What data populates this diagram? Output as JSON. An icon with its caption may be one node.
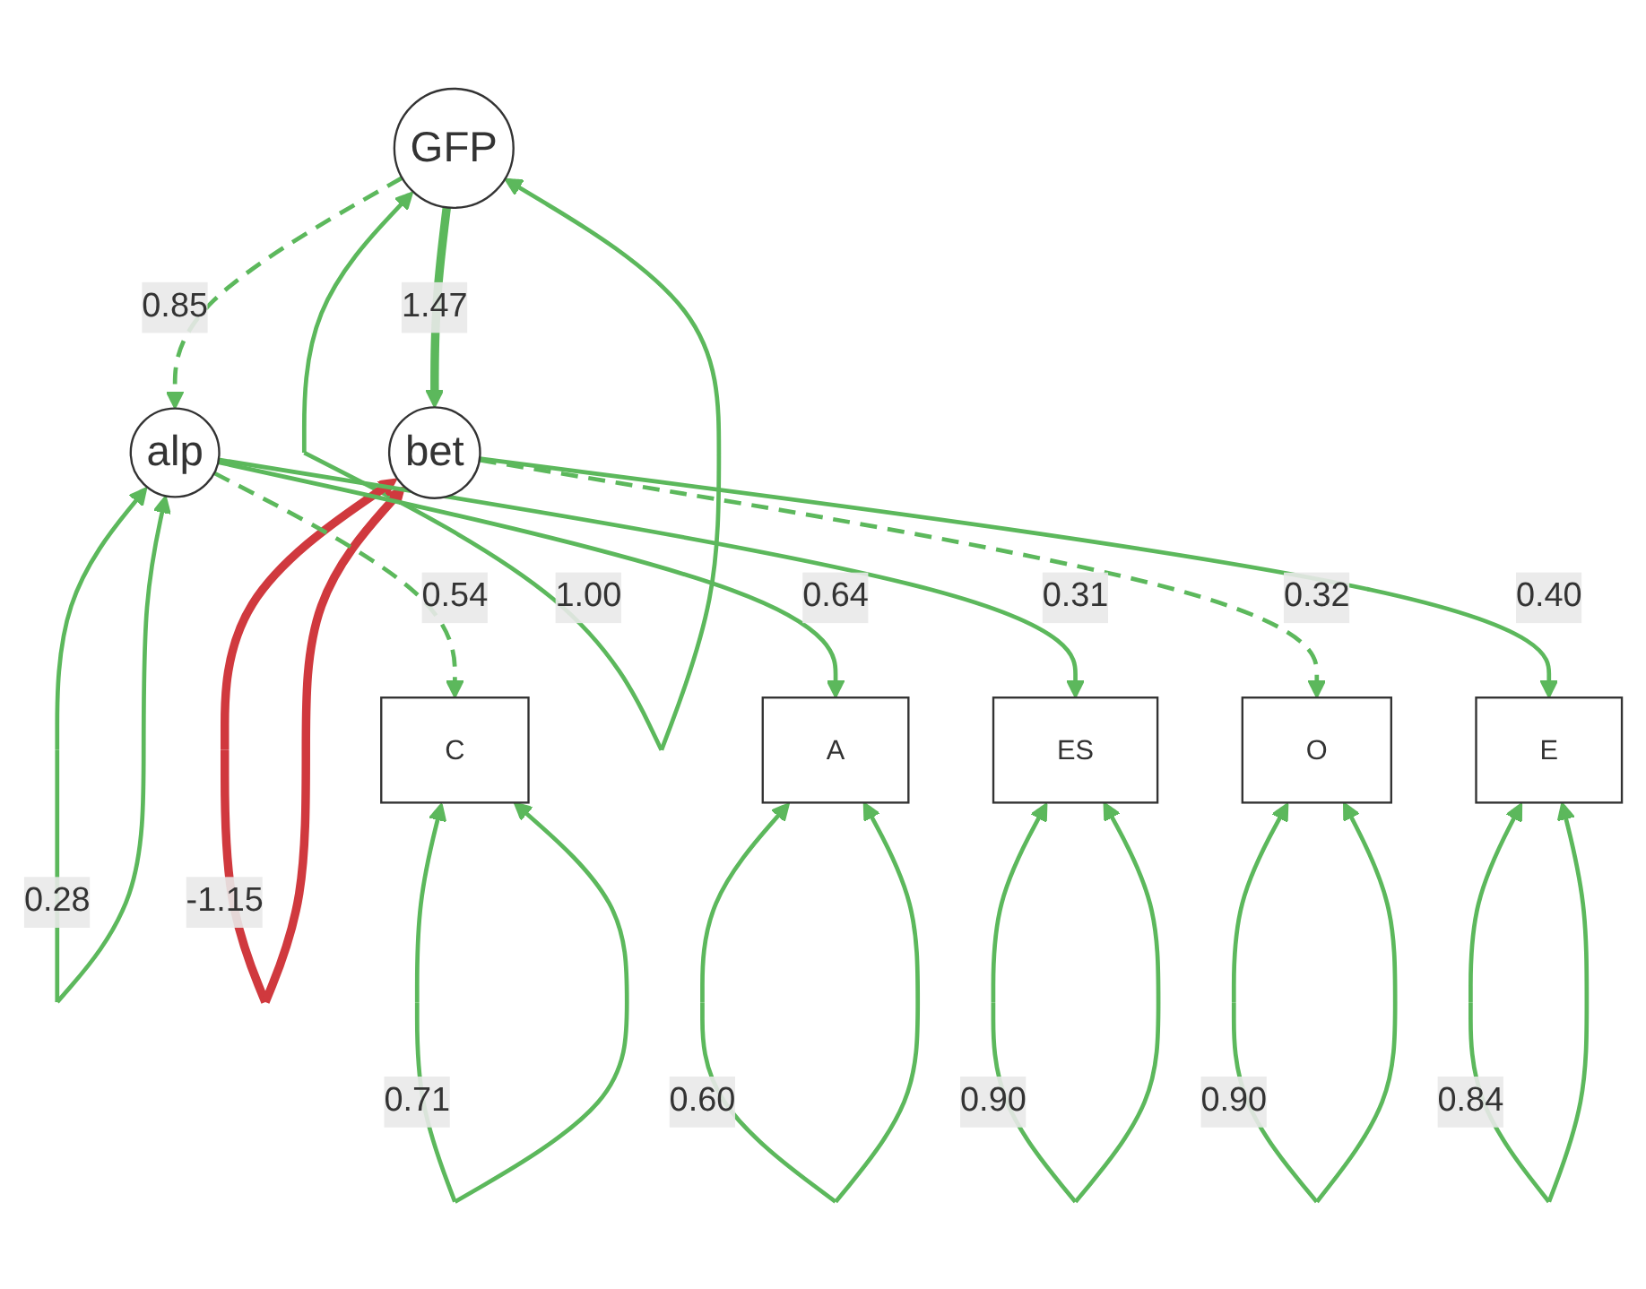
{
  "diagram": {
    "nodes": [
      {
        "text": [
          "GFP"
        ]
      },
      {
        "text": [
          "alp"
        ]
      },
      {
        "text": [
          "bet"
        ]
      },
      {
        "text": [
          "C"
        ]
      },
      {
        "text": [
          "A"
        ]
      },
      {
        "text": [
          "ES"
        ]
      },
      {
        "text": [
          "O"
        ]
      },
      {
        "text": [
          "E"
        ]
      }
    ],
    "edges": [
      {
        "from": 0,
        "to": 0,
        "arrow": "both",
        "label": "1.00"
      },
      {
        "from": 0,
        "to": 1,
        "arrow": "to",
        "label": "0.85",
        "style": "dashed"
      },
      {
        "from": 0,
        "to": 2,
        "arrow": "to",
        "label": "1.47",
        "style": "thick"
      },
      {
        "from": 1,
        "to": 1,
        "arrow": "both",
        "label": "0.28"
      },
      {
        "from": 2,
        "to": 2,
        "arrow": "both",
        "label": "-1.15",
        "style": "thick",
        "color": "#d0393e"
      },
      {
        "from": 1,
        "to": 3,
        "arrow": "to",
        "label": "0.54",
        "style": "dashed"
      },
      {
        "from": 1,
        "to": 4,
        "arrow": "to",
        "label": "0.64"
      },
      {
        "from": 1,
        "to": 5,
        "arrow": "to",
        "label": "0.31"
      },
      {
        "from": 2,
        "to": 6,
        "arrow": "to",
        "label": "0.32",
        "style": "dashed"
      },
      {
        "from": 2,
        "to": 7,
        "arrow": "to",
        "label": "0.40"
      },
      {
        "from": 3,
        "to": 3,
        "arrow": "both",
        "label": "0.71"
      },
      {
        "from": 4,
        "to": 4,
        "arrow": "both",
        "label": "0.60"
      },
      {
        "from": 5,
        "to": 5,
        "arrow": "both",
        "label": "0.90"
      },
      {
        "from": 6,
        "to": 6,
        "arrow": "both",
        "label": "0.90"
      },
      {
        "from": 7,
        "to": 7,
        "arrow": "both",
        "label": "0.84"
      }
    ]
  }
}
